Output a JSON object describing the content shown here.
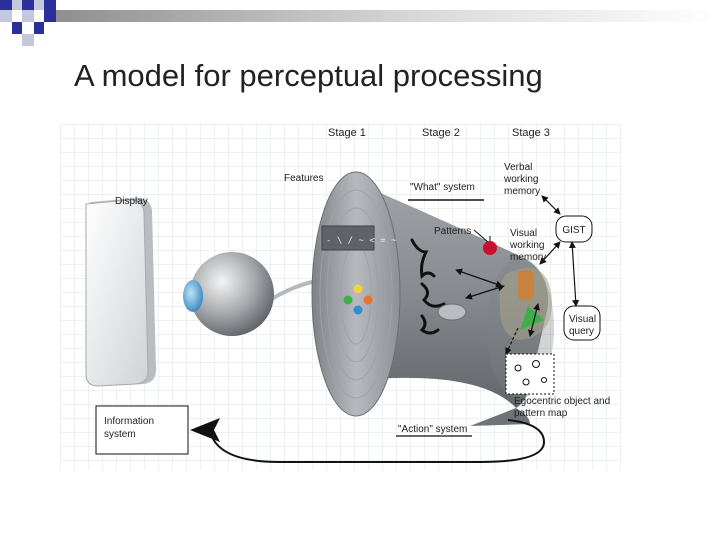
{
  "slide": {
    "title": "A model for perceptual processing"
  },
  "diagram": {
    "stage_1": "Stage 1",
    "stage_2": "Stage 2",
    "stage_3": "Stage 3",
    "features": "Features",
    "display": "Display",
    "what_system": "\"What\" system",
    "verbal_line1": "Verbal",
    "verbal_line2": "working",
    "verbal_line3": "memory",
    "patterns": "Patterns",
    "visual_wm_line1": "Visual",
    "visual_wm_line2": "working",
    "visual_wm_line3": "memory",
    "gist": "GIST",
    "visual_query_line1": "Visual",
    "visual_query_line2": "query",
    "egocentric_line1": "Egocentric object and",
    "egocentric_line2": "pattern map",
    "action_system": "\"Action\" system",
    "info_system_line1": "Information",
    "info_system_line2": "system"
  },
  "colors": {
    "accent_blue": "#1f2a8c",
    "grid_line": "#dde3ea",
    "funnel_gray": "#8a8e93",
    "pattern_red": "#c8102e"
  }
}
